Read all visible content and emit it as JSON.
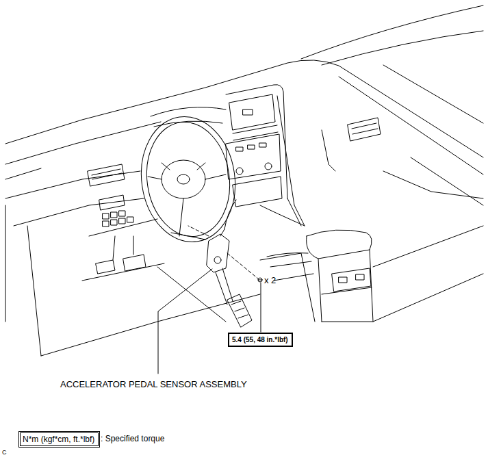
{
  "diagram": {
    "nodes": [
      {
        "text": [
          "5.4 (55, 48 in.*lbf)"
        ]
      },
      {
        "text": [
          "N*m (kgf*cm, ft.*lbf)"
        ]
      }
    ],
    "labels": [
      "x 2",
      "ACCELERATOR PEDAL SENSOR ASSEMBLY",
      ": Specified torque",
      "C"
    ]
  }
}
